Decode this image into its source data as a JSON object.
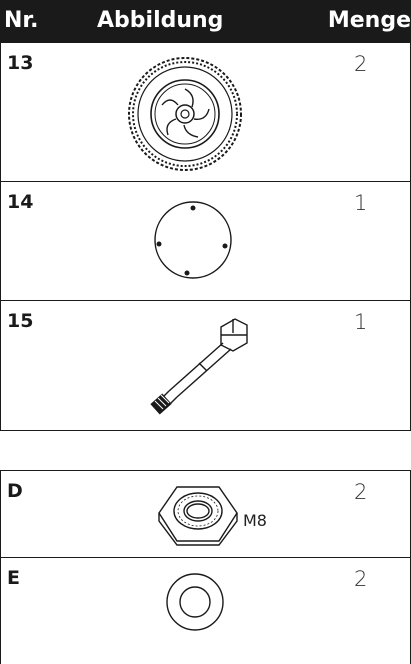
{
  "header": {
    "col_nr": "Nr.",
    "col_abbildung": "Abbildung",
    "col_menge": "Menge"
  },
  "parts": [
    {
      "nr": "13",
      "menge": "2",
      "icon": "wheel-icon"
    },
    {
      "nr": "14",
      "menge": "1",
      "icon": "cover-disc-icon"
    },
    {
      "nr": "15",
      "menge": "1",
      "icon": "bolt-icon"
    }
  ],
  "hardware": [
    {
      "nr": "D",
      "menge": "2",
      "icon": "hex-nut-icon",
      "label": "M8"
    },
    {
      "nr": "E",
      "menge": "2",
      "icon": "washer-icon"
    }
  ],
  "colors": {
    "header_bg": "#1a1a1a",
    "header_text": "#ffffff",
    "line": "#1a1a1a"
  }
}
